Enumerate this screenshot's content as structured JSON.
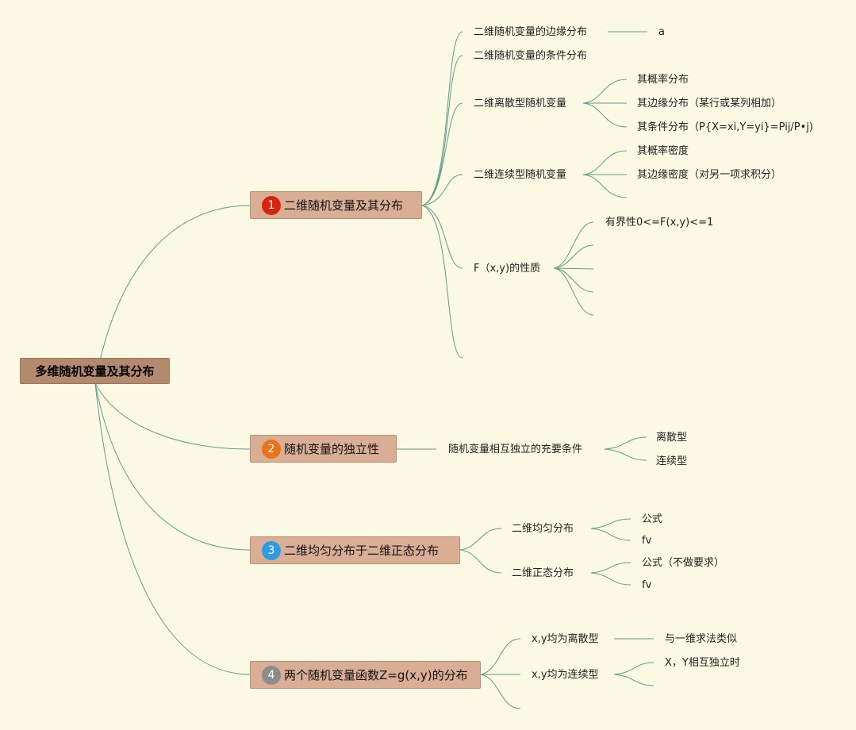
{
  "root": "多维随机变量及其分布",
  "b1": {
    "num": "1",
    "label": "二维随机变量及其分布",
    "color": "#d9230f"
  },
  "b2": {
    "num": "2",
    "label": "随机变量的独立性",
    "color": "#e8731b"
  },
  "b3": {
    "num": "3",
    "label": "二维均匀分布于二维正态分布",
    "color": "#2e9ce0"
  },
  "b4": {
    "num": "4",
    "label": "两个随机变量函数Z=g(x,y)的分布",
    "color": "#8c8c8c"
  },
  "b1_children": {
    "marginal": "二维随机变量的边缘分布",
    "marginal_child": "a",
    "conditional": "二维随机变量的条件分布",
    "discrete": "二维离散型随机变量",
    "discrete_children": [
      "其概率分布",
      "其边缘分布（某行或某列相加）",
      "其条件分布（P{X=xi,Y=yi}=Pij/P•j)"
    ],
    "continuous": "二维连续型随机变量",
    "continuous_children": [
      "其概率密度",
      "其边缘密度（对另一项求积分）"
    ],
    "F": "F（x,y)的性质",
    "F_children": [
      "有界性0<=F(x,y)<=1"
    ]
  },
  "b2_children": {
    "cond": "随机变量相互独立的充要条件",
    "cond_children": [
      "离散型",
      "连续型"
    ]
  },
  "b3_children": {
    "uniform": "二维均匀分布",
    "uniform_children": [
      "公式",
      "fv"
    ],
    "normal": "二维正态分布",
    "normal_children": [
      "公式（不做要求）",
      "fv"
    ]
  },
  "b4_children": {
    "discrete": "x,y均为离散型",
    "discrete_child": "与一维求法类似",
    "continuous": "x,y均为连续型",
    "continuous_child": "X，Y相互独立时"
  }
}
